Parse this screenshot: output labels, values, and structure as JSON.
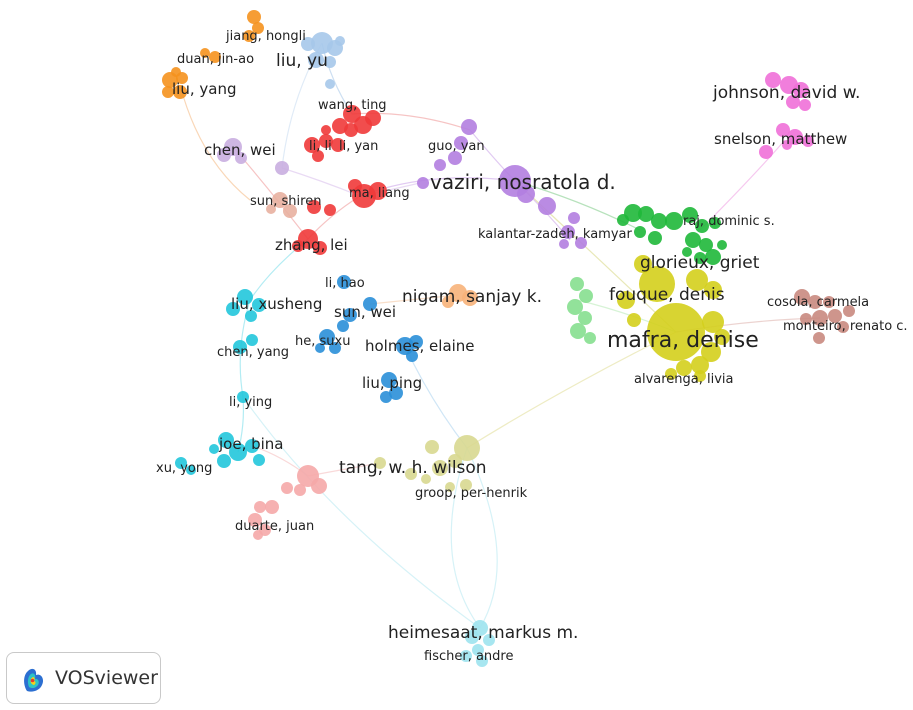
{
  "clusters": [
    {
      "id": "orange",
      "color": "#f5921e"
    },
    {
      "id": "lightblue",
      "color": "#a6c8ea"
    },
    {
      "id": "red",
      "color": "#f03a3a"
    },
    {
      "id": "purple",
      "color": "#b27ee0"
    },
    {
      "id": "lavender",
      "color": "#c9aee0"
    },
    {
      "id": "salmon",
      "color": "#e8b0a0"
    },
    {
      "id": "cyan",
      "color": "#22c6dc"
    },
    {
      "id": "blue",
      "color": "#2a8fd8"
    },
    {
      "id": "peach",
      "color": "#f7b27a"
    },
    {
      "id": "green",
      "color": "#1fb83a"
    },
    {
      "id": "lightgreen",
      "color": "#86df8f"
    },
    {
      "id": "yellow",
      "color": "#d4cf1c"
    },
    {
      "id": "olive",
      "color": "#d8d890"
    },
    {
      "id": "pink",
      "color": "#f070d8"
    },
    {
      "id": "brown",
      "color": "#c98a80"
    },
    {
      "id": "rose",
      "color": "#f5a8a8"
    },
    {
      "id": "aqua",
      "color": "#9de3ee"
    }
  ],
  "labels": [
    {
      "text": "jiang, hongli",
      "cluster": "orange",
      "size": "s"
    },
    {
      "text": "duan, jin-ao",
      "cluster": "orange",
      "size": "s"
    },
    {
      "text": "liu, yang",
      "cluster": "orange",
      "size": "m"
    },
    {
      "text": "liu, yu",
      "cluster": "lightblue",
      "size": "l"
    },
    {
      "text": "wang, ting",
      "cluster": "red",
      "size": "s"
    },
    {
      "text": "li, li",
      "cluster": "red",
      "size": "s"
    },
    {
      "text": "li, yan",
      "cluster": "red",
      "size": "s"
    },
    {
      "text": "chen, wei",
      "cluster": "lavender",
      "size": "m"
    },
    {
      "text": "guo, yan",
      "cluster": "purple",
      "size": "s"
    },
    {
      "text": "vaziri, nosratola d.",
      "cluster": "purple",
      "size": "xl"
    },
    {
      "text": "ma, liang",
      "cluster": "red",
      "size": "s"
    },
    {
      "text": "sun, shiren",
      "cluster": "salmon",
      "size": "s"
    },
    {
      "text": "zhang, lei",
      "cluster": "red",
      "size": "m"
    },
    {
      "text": "kalantar-zadeh, kamyar",
      "cluster": "purple",
      "size": "s"
    },
    {
      "text": "raj, dominic s.",
      "cluster": "green",
      "size": "s"
    },
    {
      "text": "johnson, david w.",
      "cluster": "pink",
      "size": "l"
    },
    {
      "text": "snelson, matthew",
      "cluster": "pink",
      "size": "m"
    },
    {
      "text": "glorieux, griet",
      "cluster": "green",
      "size": "l"
    },
    {
      "text": "fouque, denis",
      "cluster": "yellow",
      "size": "l"
    },
    {
      "text": "cosola, carmela",
      "cluster": "brown",
      "size": "s"
    },
    {
      "text": "monteiro, renato c.",
      "cluster": "brown",
      "size": "s"
    },
    {
      "text": "mafra, denise",
      "cluster": "yellow",
      "size": "xxl"
    },
    {
      "text": "alvarenga, livia",
      "cluster": "yellow",
      "size": "s"
    },
    {
      "text": "li, hao",
      "cluster": "blue",
      "size": "s"
    },
    {
      "text": "nigam, sanjay k.",
      "cluster": "peach",
      "size": "l"
    },
    {
      "text": "liu, xusheng",
      "cluster": "cyan",
      "size": "m"
    },
    {
      "text": "sun, wei",
      "cluster": "blue",
      "size": "m"
    },
    {
      "text": "he, suxu",
      "cluster": "blue",
      "size": "s"
    },
    {
      "text": "holmes, elaine",
      "cluster": "blue",
      "size": "m"
    },
    {
      "text": "chen, yang",
      "cluster": "cyan",
      "size": "s"
    },
    {
      "text": "liu, ping",
      "cluster": "blue",
      "size": "m"
    },
    {
      "text": "li, ying",
      "cluster": "cyan",
      "size": "s"
    },
    {
      "text": "joe, bina",
      "cluster": "cyan",
      "size": "m"
    },
    {
      "text": "tang, w. h. wilson",
      "cluster": "olive",
      "size": "l"
    },
    {
      "text": "xu, yong",
      "cluster": "cyan",
      "size": "s"
    },
    {
      "text": "groop, per-henrik",
      "cluster": "olive",
      "size": "s"
    },
    {
      "text": "duarte, juan",
      "cluster": "rose",
      "size": "s"
    },
    {
      "text": "heimesaat, markus m.",
      "cluster": "aqua",
      "size": "l"
    },
    {
      "text": "fischer, andre",
      "cluster": "aqua",
      "size": "s"
    }
  ],
  "badge": {
    "text": "VOSviewer"
  }
}
